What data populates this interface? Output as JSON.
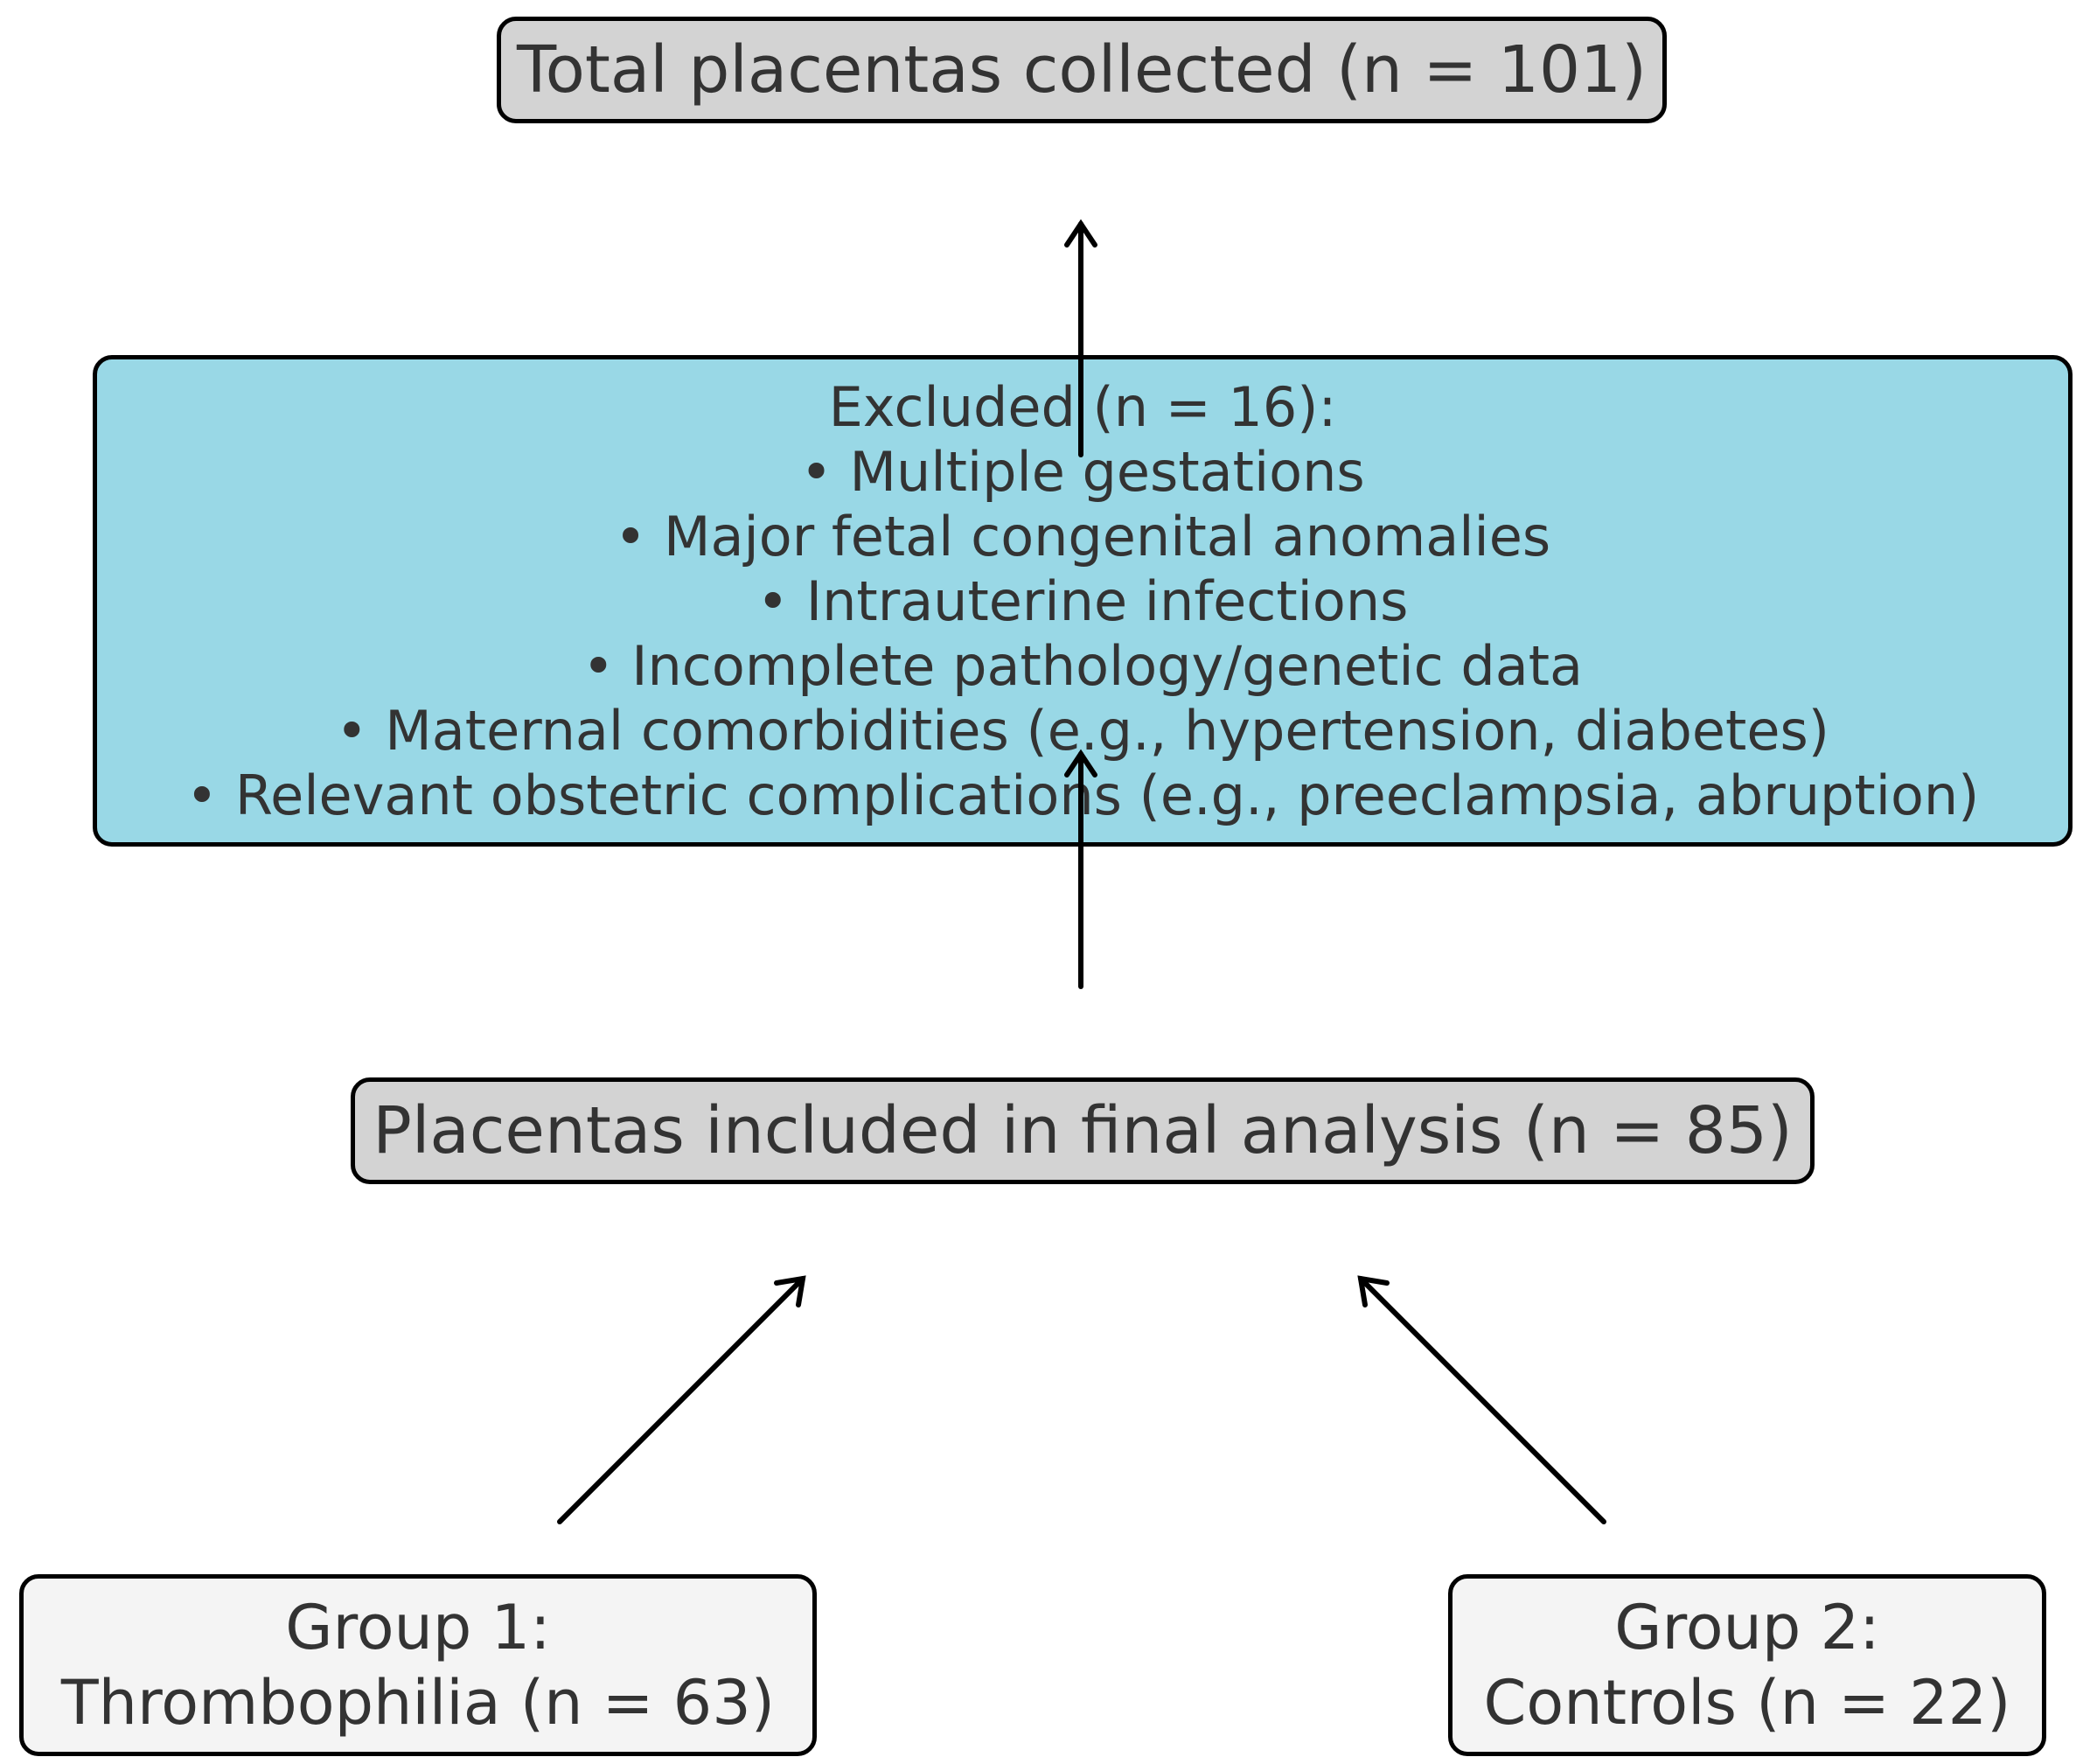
{
  "total": {
    "label": "Total placentas collected (n = 101)"
  },
  "excluded": {
    "title": "Excluded (n = 16):",
    "items": [
      "• Multiple gestations",
      "• Major fetal congenital anomalies",
      "• Intrauterine infections",
      "• Incomplete pathology/genetic data",
      "• Maternal comorbidities (e.g., hypertension, diabetes)",
      "• Relevant obstetric complications (e.g., preeclampsia, abruption)"
    ]
  },
  "final": {
    "label": "Placentas included in final analysis (n = 85)"
  },
  "group1": {
    "line1": "Group 1:",
    "line2": "Thrombophilia (n = 63)"
  },
  "group2": {
    "line1": "Group 2:",
    "line2": "Controls (n = 22)"
  },
  "colors": {
    "main_box_fill": "#d3d3d3",
    "excluded_box_fill": "#99d8e6",
    "group_box_fill": "#f4f4f4",
    "text": "#333333",
    "arrow": "#000000"
  }
}
